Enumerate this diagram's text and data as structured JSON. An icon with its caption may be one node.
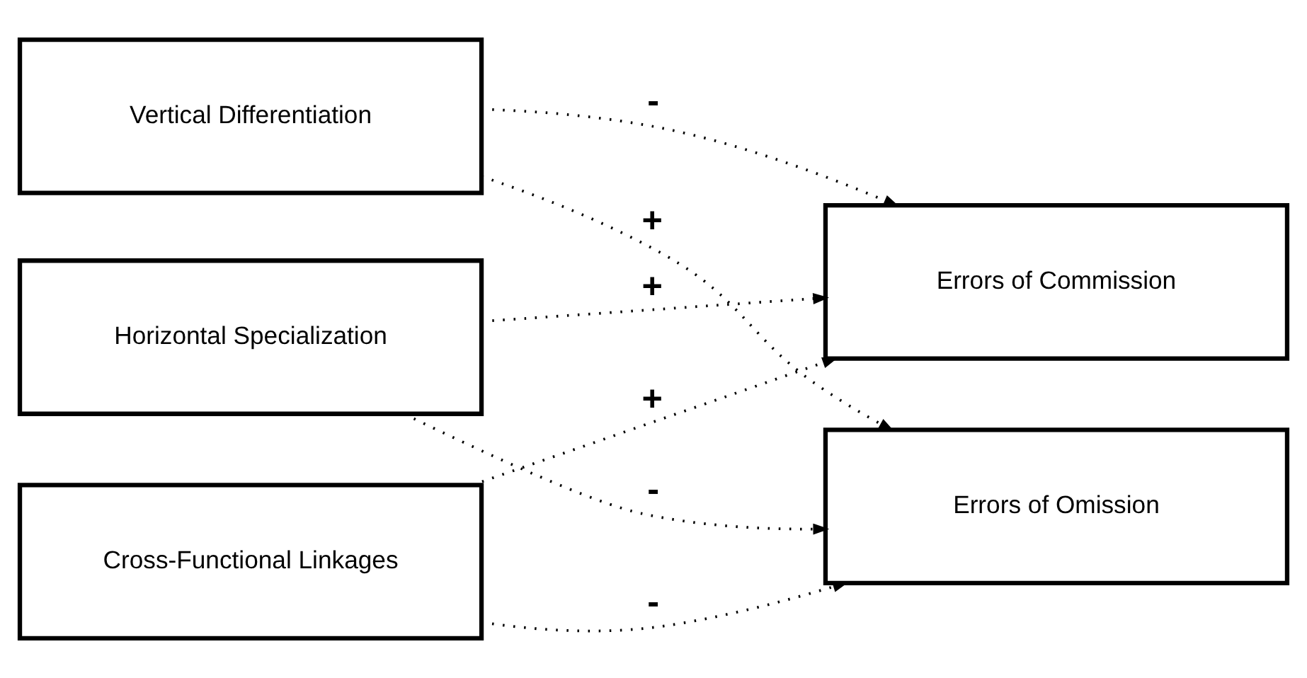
{
  "diagram": {
    "nodes": [
      {
        "text": [
          "Horizontal Specialization"
        ]
      },
      {
        "text": [
          "Vertical Differentiation"
        ]
      },
      {
        "text": [
          "Cross-Functional Linkages"
        ]
      },
      {
        "text": [
          "Errors of Omission"
        ]
      },
      {
        "text": [
          "Errors of Commission"
        ]
      }
    ],
    "edges": [
      {
        "from": 0,
        "to": 3,
        "arrow": "to",
        "style": "dashed",
        "label": "-"
      },
      {
        "from": 0,
        "to": 4,
        "arrow": "to",
        "style": "dashed",
        "label": "+"
      },
      {
        "from": 1,
        "to": 3,
        "arrow": "to",
        "style": "dashed",
        "label": "+"
      },
      {
        "from": 1,
        "to": 4,
        "arrow": "to",
        "style": "dashed",
        "label": "-"
      },
      {
        "from": 2,
        "to": 3,
        "arrow": "to",
        "style": "dashed",
        "label": "-"
      },
      {
        "from": 2,
        "to": 4,
        "arrow": "to",
        "style": "dashed",
        "label": "+"
      }
    ]
  }
}
